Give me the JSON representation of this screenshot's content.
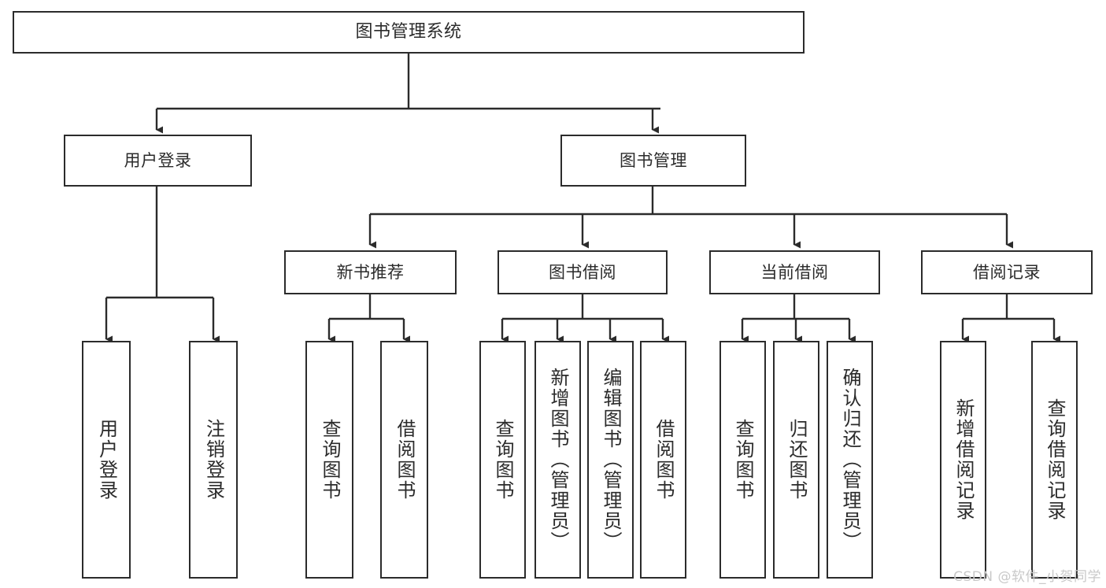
{
  "diagram": {
    "title": "图书管理系统",
    "watermark": "CSDN @软件_小贺同学",
    "level2": [
      {
        "label": "用户登录"
      },
      {
        "label": "图书管理"
      }
    ],
    "level3": [
      {
        "label": "新书推荐"
      },
      {
        "label": "图书借阅"
      },
      {
        "label": "当前借阅"
      },
      {
        "label": "借阅记录"
      }
    ],
    "leaves": {
      "user_login": [
        {
          "label": "用户登录"
        },
        {
          "label": "注销登录"
        }
      ],
      "new_book": [
        {
          "label": "查询图书"
        },
        {
          "label": "借阅图书"
        }
      ],
      "borrow": [
        {
          "label": "查询图书"
        },
        {
          "label": "新增图书（管理员）"
        },
        {
          "label": "编辑图书（管理员）"
        },
        {
          "label": "借阅图书"
        }
      ],
      "current": [
        {
          "label": "查询图书"
        },
        {
          "label": "归还图书"
        },
        {
          "label": "确认归还（管理员）"
        }
      ],
      "records": [
        {
          "label": "新增借阅记录"
        },
        {
          "label": "查询借阅记录"
        }
      ]
    },
    "colors": {
      "stroke": "#2b2b2b",
      "fill": "#ffffff",
      "watermark": "#c9c9c9"
    }
  }
}
